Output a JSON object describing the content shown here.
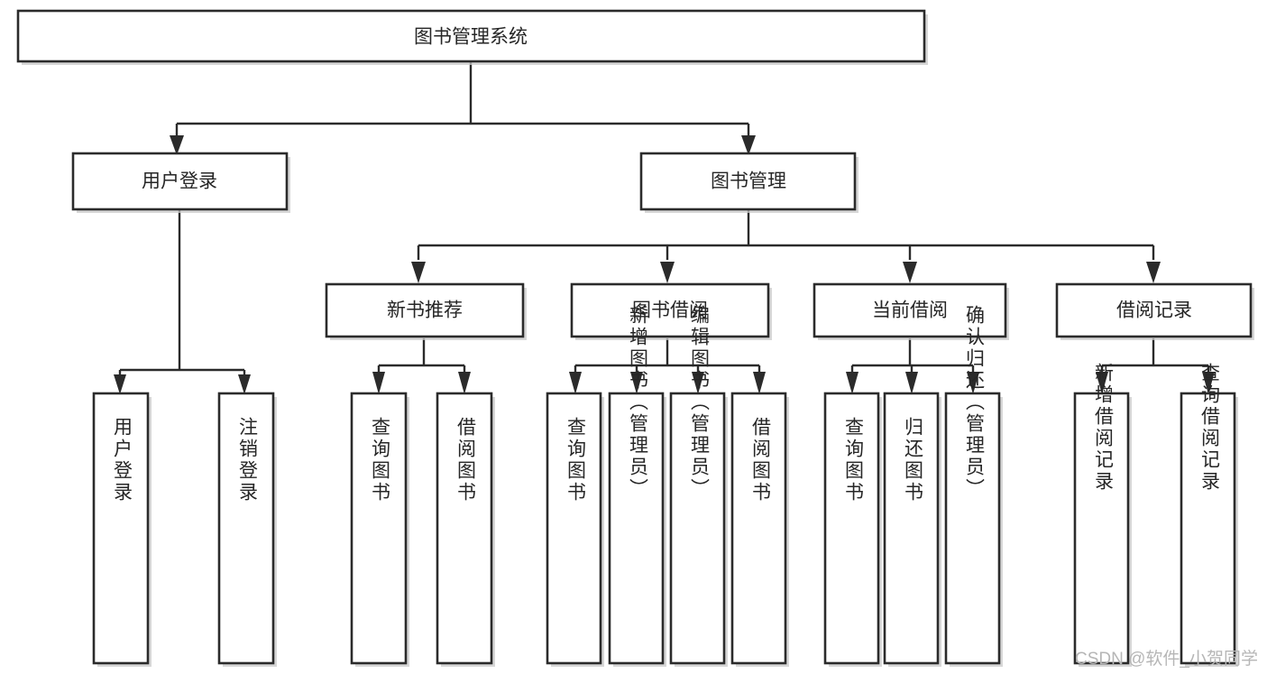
{
  "diagram": {
    "type": "tree",
    "title": "图书管理系统",
    "watermark": "CSDN @软件_小贺同学",
    "colors": {
      "box_stroke": "#2b2b2b",
      "box_fill": "#ffffff",
      "text": "#262626",
      "background": "#ffffff",
      "watermark": "#b6b6b6"
    },
    "nodes": {
      "root": {
        "label": "图书管理系统",
        "level": 1,
        "orientation": "horizontal"
      },
      "l2_0": {
        "label": "用户登录",
        "level": 2,
        "orientation": "horizontal"
      },
      "l2_1": {
        "label": "图书管理",
        "level": 2,
        "orientation": "horizontal"
      },
      "l3_0": {
        "label": "新书推荐",
        "level": 3,
        "orientation": "horizontal"
      },
      "l3_1": {
        "label": "图书借阅",
        "level": 3,
        "orientation": "horizontal"
      },
      "l3_2": {
        "label": "当前借阅",
        "level": 3,
        "orientation": "horizontal"
      },
      "l3_3": {
        "label": "借阅记录",
        "level": 3,
        "orientation": "horizontal"
      },
      "leaf_0": {
        "label": "用户登录",
        "level": 4,
        "orientation": "vertical"
      },
      "leaf_1": {
        "label": "注销登录",
        "level": 4,
        "orientation": "vertical"
      },
      "leaf_2": {
        "label": "查询图书",
        "level": 4,
        "orientation": "vertical"
      },
      "leaf_3": {
        "label": "借阅图书",
        "level": 4,
        "orientation": "vertical"
      },
      "leaf_4": {
        "label": "查询图书",
        "level": 4,
        "orientation": "vertical"
      },
      "leaf_5": {
        "label": "新增图书（管理员）",
        "level": 4,
        "orientation": "vertical"
      },
      "leaf_6": {
        "label": "编辑图书（管理员）",
        "level": 4,
        "orientation": "vertical"
      },
      "leaf_7": {
        "label": "借阅图书",
        "level": 4,
        "orientation": "vertical"
      },
      "leaf_8": {
        "label": "查询图书",
        "level": 4,
        "orientation": "vertical"
      },
      "leaf_9": {
        "label": "归还图书",
        "level": 4,
        "orientation": "vertical"
      },
      "leaf_10": {
        "label": "确认归还（管理员）",
        "level": 4,
        "orientation": "vertical"
      },
      "leaf_11": {
        "label": "新增借阅记录",
        "level": 4,
        "orientation": "vertical"
      },
      "leaf_12": {
        "label": "查询借阅记录",
        "level": 4,
        "orientation": "vertical"
      }
    },
    "edges": [
      {
        "from": "root",
        "to": "l2_0"
      },
      {
        "from": "root",
        "to": "l2_1"
      },
      {
        "from": "l2_0",
        "to": "leaf_0"
      },
      {
        "from": "l2_0",
        "to": "leaf_1"
      },
      {
        "from": "l2_1",
        "to": "l3_0"
      },
      {
        "from": "l2_1",
        "to": "l3_1"
      },
      {
        "from": "l2_1",
        "to": "l3_2"
      },
      {
        "from": "l2_1",
        "to": "l3_3"
      },
      {
        "from": "l3_0",
        "to": "leaf_2"
      },
      {
        "from": "l3_0",
        "to": "leaf_3"
      },
      {
        "from": "l3_1",
        "to": "leaf_4"
      },
      {
        "from": "l3_1",
        "to": "leaf_5"
      },
      {
        "from": "l3_1",
        "to": "leaf_6"
      },
      {
        "from": "l3_1",
        "to": "leaf_7"
      },
      {
        "from": "l3_2",
        "to": "leaf_8"
      },
      {
        "from": "l3_2",
        "to": "leaf_9"
      },
      {
        "from": "l3_2",
        "to": "leaf_10"
      },
      {
        "from": "l3_3",
        "to": "leaf_11"
      },
      {
        "from": "l3_3",
        "to": "leaf_12"
      }
    ]
  }
}
